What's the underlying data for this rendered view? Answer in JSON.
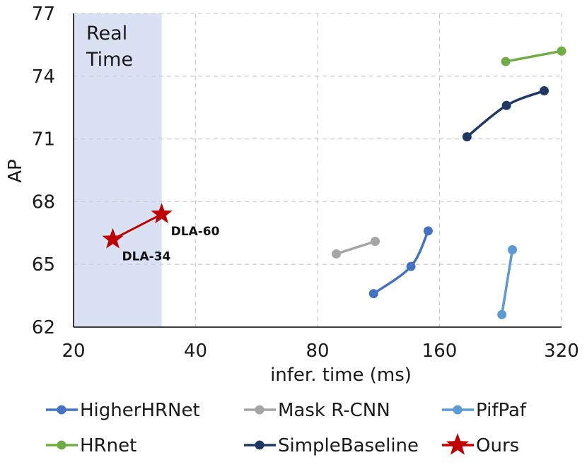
{
  "chart_data": {
    "type": "line",
    "xlabel": "infer. time (ms)",
    "ylabel": "AP",
    "x_scale": "log2",
    "xlim": [
      20,
      320
    ],
    "ylim": [
      62,
      77
    ],
    "x_ticks": [
      20,
      40,
      80,
      160,
      320
    ],
    "y_ticks": [
      62,
      65,
      68,
      71,
      74,
      77
    ],
    "grid": "dashed",
    "legend_position": "bottom",
    "shaded_region": {
      "label_lines": [
        "Real",
        "Time"
      ],
      "x_range": [
        20,
        33
      ],
      "color": "#d9e1f2"
    },
    "series": [
      {
        "name": "HigherHRNet",
        "color": "#4472c4",
        "marker": "circle",
        "x": [
          110,
          136,
          150
        ],
        "y": [
          63.6,
          64.9,
          66.6
        ]
      },
      {
        "name": "Mask R-CNN",
        "color": "#a5a5a5",
        "marker": "circle",
        "x": [
          89,
          111
        ],
        "y": [
          65.5,
          66.1
        ]
      },
      {
        "name": "PifPaf",
        "color": "#5b9bd5",
        "marker": "circle",
        "x": [
          228,
          242
        ],
        "y": [
          62.6,
          65.7
        ]
      },
      {
        "name": "HRnet",
        "color": "#70ad47",
        "marker": "circle",
        "x": [
          233,
          320
        ],
        "y": [
          74.7,
          75.2
        ]
      },
      {
        "name": "SimpleBaseline",
        "color": "#203864",
        "marker": "circle",
        "x": [
          187,
          234,
          290
        ],
        "y": [
          71.1,
          72.6,
          73.3
        ]
      },
      {
        "name": "Ours",
        "color": "#c00000",
        "marker": "star",
        "x": [
          25,
          33
        ],
        "y": [
          66.2,
          67.4
        ],
        "point_labels": [
          "DLA-34",
          "DLA-60"
        ]
      }
    ]
  }
}
